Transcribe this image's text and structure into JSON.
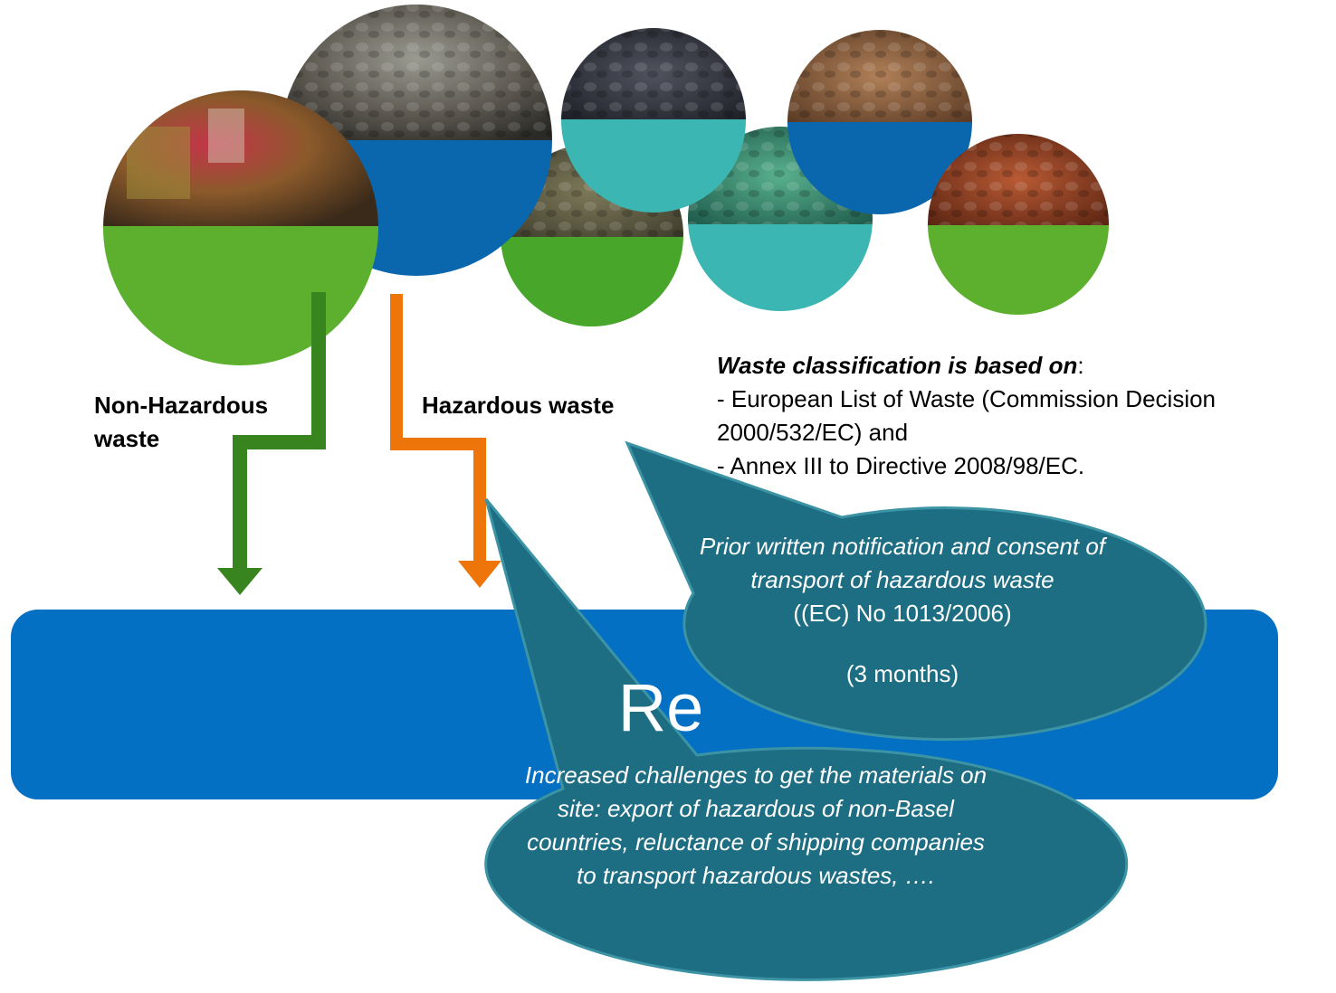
{
  "labels": {
    "non_hazardous": "Non-Hazardous waste",
    "hazardous": "Hazardous waste"
  },
  "classification": {
    "title": "Waste classification is based on",
    "colon": ":",
    "item1": "- European List of Waste (Commission Decision 2000/532/EC) and",
    "item2": "- Annex III to Directive 2008/98/EC."
  },
  "callout_notification": {
    "italic_text": "Prior written notification and consent of transport of hazardous waste",
    "regulation": "((EC) No 1013/2006)",
    "duration": "(3 months)"
  },
  "callout_challenges": {
    "text": "Increased challenges to get the materials on site: export of hazardous of non-Basel countries, reluctance of shipping companies to transport hazardous wastes, …."
  },
  "box": {
    "label": "Re"
  },
  "colors": {
    "green_arrow": "#38841f",
    "orange_arrow": "#ee7509",
    "box_blue": "#0370c4",
    "callout_teal": "#1d6d83",
    "callout_border": "#3b93a4",
    "circle_green": "#4cab2c",
    "circle_blue": "#0a66ad",
    "circle_teal": "#3cb6b3"
  }
}
